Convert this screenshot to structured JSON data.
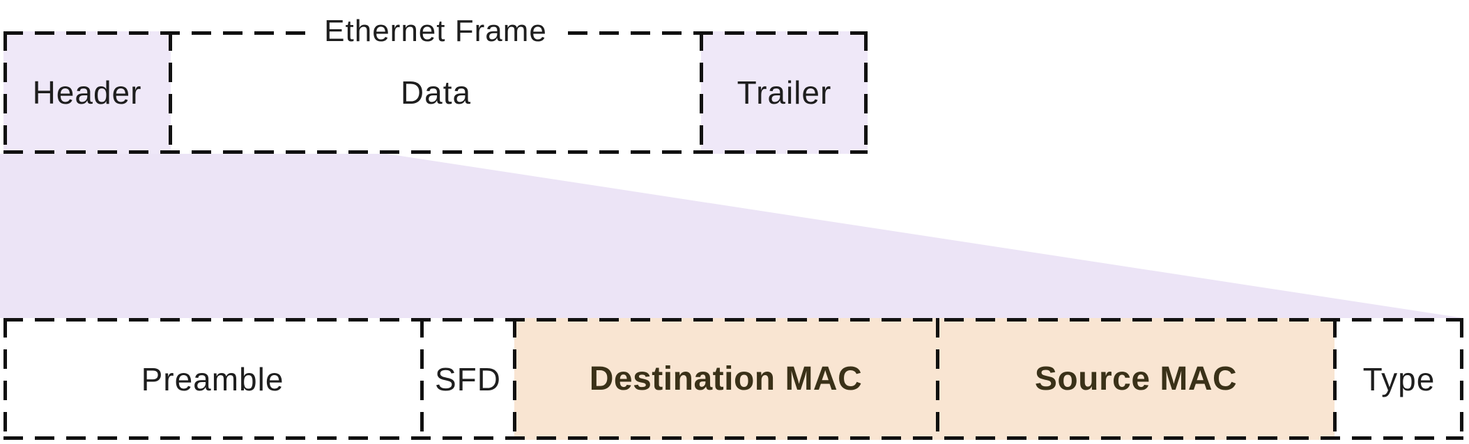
{
  "diagram": {
    "title": "Ethernet Frame",
    "top_row": {
      "cells": [
        {
          "label": "Header",
          "variant": "lavender"
        },
        {
          "label": "Data",
          "variant": "white"
        },
        {
          "label": "Trailer",
          "variant": "lavender"
        }
      ]
    },
    "bottom_row": {
      "cells": [
        {
          "label": "Preamble",
          "variant": "white",
          "emphasis": false
        },
        {
          "label": "SFD",
          "variant": "white",
          "emphasis": false
        },
        {
          "label": "Destination MAC",
          "variant": "peach",
          "emphasis": true
        },
        {
          "label": "Source MAC",
          "variant": "peach",
          "emphasis": true
        },
        {
          "label": "Type",
          "variant": "white",
          "emphasis": false
        }
      ]
    },
    "colors": {
      "lavender_fill": "#efe8f8",
      "peach_fill": "#f9e5d2",
      "expansion_fill": "#ece4f6",
      "border": "#101010",
      "text": "#1e1e1e",
      "emphasis_text": "#3a3118"
    }
  }
}
